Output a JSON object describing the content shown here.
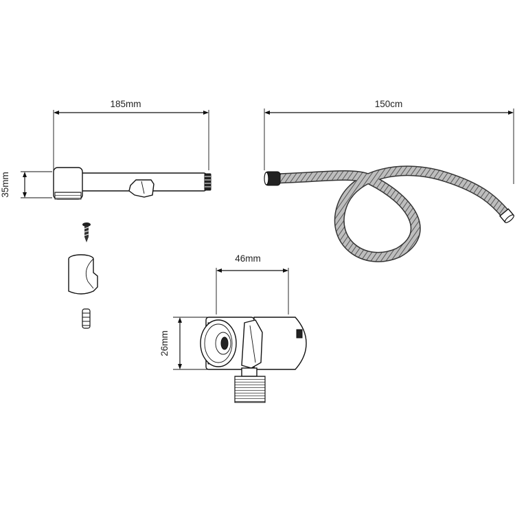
{
  "dimensions": {
    "spray_length": "185mm",
    "spray_height": "35mm",
    "hose_length": "150cm",
    "valve_length": "46mm",
    "valve_height": "26mm"
  },
  "colors": {
    "line": "#111111",
    "background": "#ffffff",
    "hose_body": "#8a8a8a",
    "hose_outline": "#333333"
  }
}
